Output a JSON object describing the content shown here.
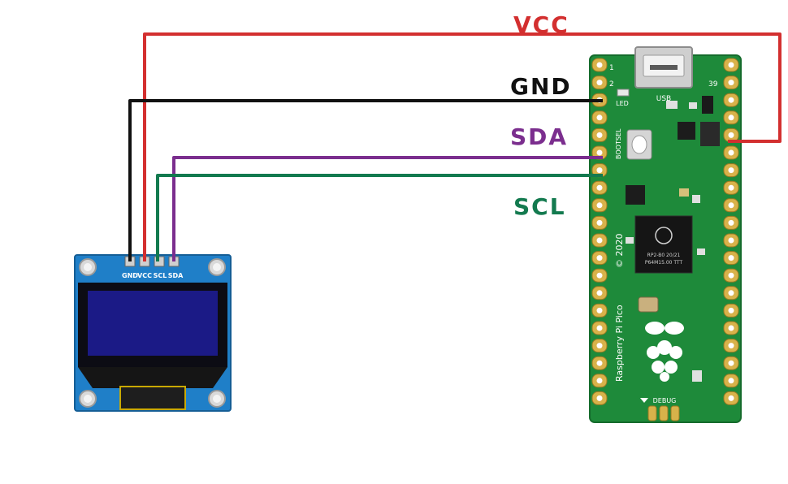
{
  "wires": {
    "vcc": {
      "label": "VCC",
      "color": "#d32f2f"
    },
    "gnd": {
      "label": "GND",
      "color": "#111111"
    },
    "sda": {
      "label": "SDA",
      "color": "#7b2e8e"
    },
    "scl": {
      "label": "SCL",
      "color": "#137a4f"
    }
  },
  "oled": {
    "pin_labels": [
      "GND",
      "VCC",
      "SCL",
      "SDA"
    ]
  },
  "pico": {
    "usb_label": "USB",
    "led_label": "LED",
    "bootsel_label": "BOOTSEL",
    "board_text": "Raspberry Pi Pico",
    "copyright": "© 2020",
    "chip_line1": "RP2-B0 20/21",
    "chip_line2": "P64M15.00 TTT",
    "debug_label": "DEBUG",
    "pin1_label": "1",
    "pin2_label": "2",
    "pin39_label": "39"
  }
}
